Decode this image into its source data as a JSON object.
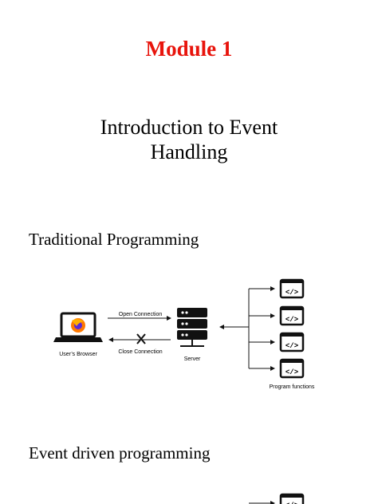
{
  "module_title": "Module 1",
  "intro_title": {
    "line1": "Introduction to Event",
    "line2": "Handling"
  },
  "sections": {
    "traditional_heading": "Traditional Programming",
    "event_heading": "Event driven programming"
  },
  "diagram": {
    "client_label": "User’s Browser",
    "server_label": "Server",
    "open_connection": "Open Connection",
    "close_connection": "Close Connection",
    "functions_label": "Program functions",
    "function_icon_text": "</>",
    "colors": {
      "title": "#e8140c",
      "icon": "#111111"
    }
  }
}
